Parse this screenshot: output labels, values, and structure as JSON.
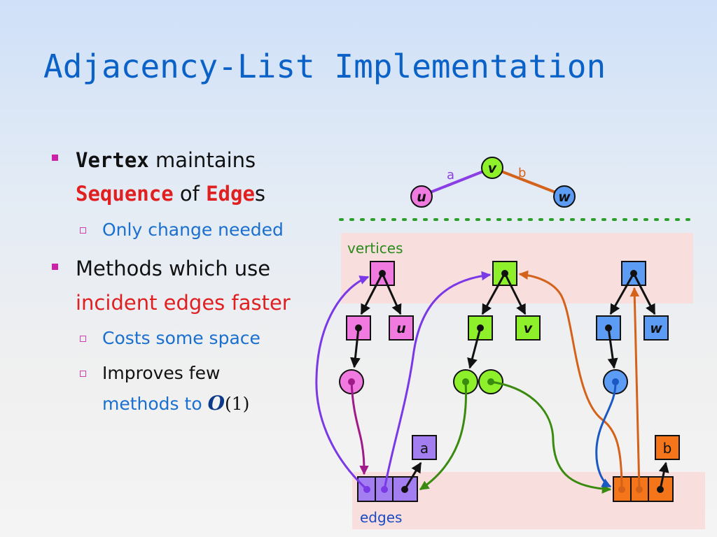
{
  "title": "Adjacency-List Implementation",
  "bullets": {
    "b1": {
      "code1": "Vertex",
      "t1": "maintains",
      "code2": "Sequence",
      "t2": "of",
      "code3": "Edge",
      "t3": "s"
    },
    "b1_sub": "Only change needed",
    "b2": {
      "t1": "Methods which use",
      "t2": "incident edges faster"
    },
    "b2_sub1": "Costs some space",
    "b2_sub2": {
      "line1": "Improves few",
      "line2": "methods to",
      "bigo": "O",
      "paren": "(1)"
    }
  },
  "graph": {
    "vertices": [
      "u",
      "v",
      "w"
    ],
    "edges": [
      {
        "name": "a",
        "from": "u",
        "to": "v"
      },
      {
        "name": "b",
        "from": "v",
        "to": "w"
      }
    ]
  },
  "regions": {
    "vertices": "vertices",
    "edges": "edges"
  },
  "labels": {
    "u": "u",
    "v": "v",
    "w": "w",
    "a": "a",
    "b": "b"
  },
  "colors": {
    "pink": "#f07ae0",
    "green": "#8ef02a",
    "blue": "#5c9cf5",
    "purple": "#a27ef0",
    "orange": "#f5761a",
    "region": "#f9dede",
    "title": "#0a62c8",
    "separator": "#2aa02a"
  }
}
